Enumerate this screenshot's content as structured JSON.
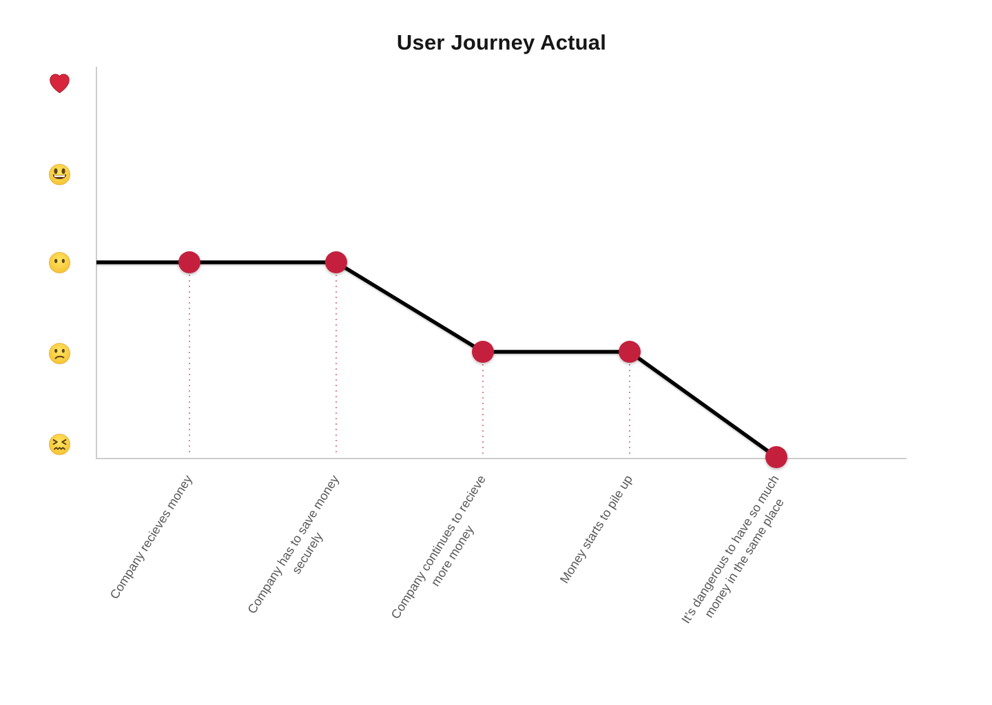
{
  "chart_data": {
    "type": "line",
    "title": "User Journey Actual",
    "categories": [
      "Company recieves money",
      "Company has to save money\nsecurely",
      "Company continues to recieve\nmore money",
      "Money starts to pile up",
      "It’s dangerous to have so much\nmoney in the same place"
    ],
    "series": [
      {
        "name": "Actual",
        "values": [
          2,
          2,
          1,
          1,
          0
        ]
      }
    ],
    "values": [
      2,
      2,
      1,
      1,
      0
    ],
    "y_axis_emoji_scale": [
      {
        "value": 4,
        "name": "red-heart",
        "char": "❤️"
      },
      {
        "value": 3,
        "name": "grinning-face",
        "char": "😃"
      },
      {
        "value": 2,
        "name": "face-without-mouth",
        "char": "😶"
      },
      {
        "value": 1,
        "name": "confused-face",
        "char": "😕"
      },
      {
        "value": 0,
        "name": "confounded-face",
        "char": "😖"
      }
    ],
    "xlabel": "",
    "ylabel": "",
    "ylim": [
      0,
      4
    ],
    "grid": false,
    "legend": "none",
    "line_color": "#000000",
    "point_color": "#C4203E",
    "guide_color": "rgba(196,32,62,0.55)",
    "axis_color": "#CCCCCC",
    "title_color": "#161616",
    "label_color": "#575757"
  }
}
